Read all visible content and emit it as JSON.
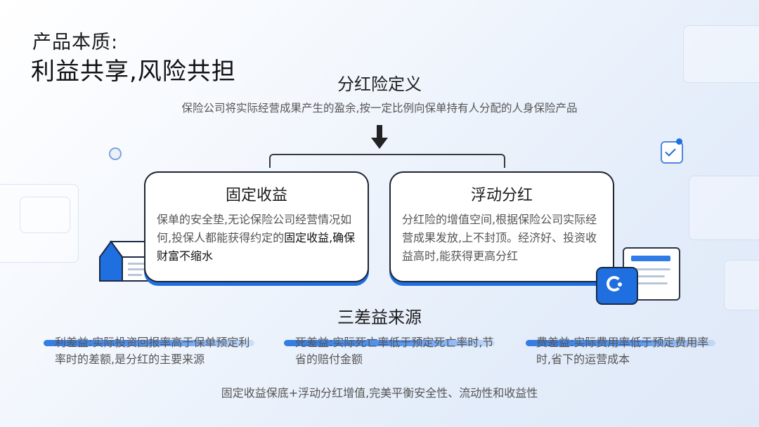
{
  "header": {
    "title_line1": "产品本质:",
    "title_line2": "利益共享,风险共担"
  },
  "definition": {
    "title": "分红险定义",
    "text": "保险公司将实际经营成果产生的盈余,按一定比例向保单持有人分配的人身保险产品"
  },
  "cards": [
    {
      "title": "固定收益",
      "body_normal": "保单的安全垫,无论保险公司经营情况如何,投保人都能获得约定的",
      "body_emphasis": "固定收益,确保财富不缩水"
    },
    {
      "title": "浮动分红",
      "body_normal": "分红险的增值空间,根据保险公司实际经营成果发放,上不封顶。经济好、投资收益高时,能获得更高分红",
      "body_emphasis": ""
    }
  ],
  "sources": {
    "title": "三差益来源",
    "items": [
      {
        "text": "利差益:实际投资回报率高于保单预定利率时的差额,是分红的主要来源"
      },
      {
        "text": "死差益:实际死亡率低于预定死亡率时,节省的赔付金额"
      },
      {
        "text": "费差益:实际费用率低于预定费用率时,省下的运营成本"
      }
    ]
  },
  "footer": {
    "text": "固定收益保底+浮动分红增值,完美平衡安全性、流动性和收益性"
  },
  "colors": {
    "accent": "#1f6fe0",
    "card_border": "#1e2533"
  },
  "icons": [
    "arrow-down-icon",
    "checkbox-icon",
    "house-icon",
    "document-icon",
    "sync-icon",
    "circle-icon"
  ]
}
